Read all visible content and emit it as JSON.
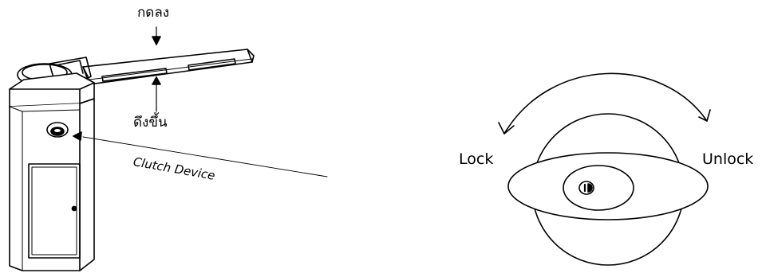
{
  "labels": {
    "press_down": "กดลง",
    "pull_up": "ดึงขึ้น",
    "clutch_device": "Clutch Device",
    "lock": "Lock",
    "unlock": "Unlock"
  },
  "colors": {
    "stroke": "#000000",
    "fill": "#ffffff"
  }
}
